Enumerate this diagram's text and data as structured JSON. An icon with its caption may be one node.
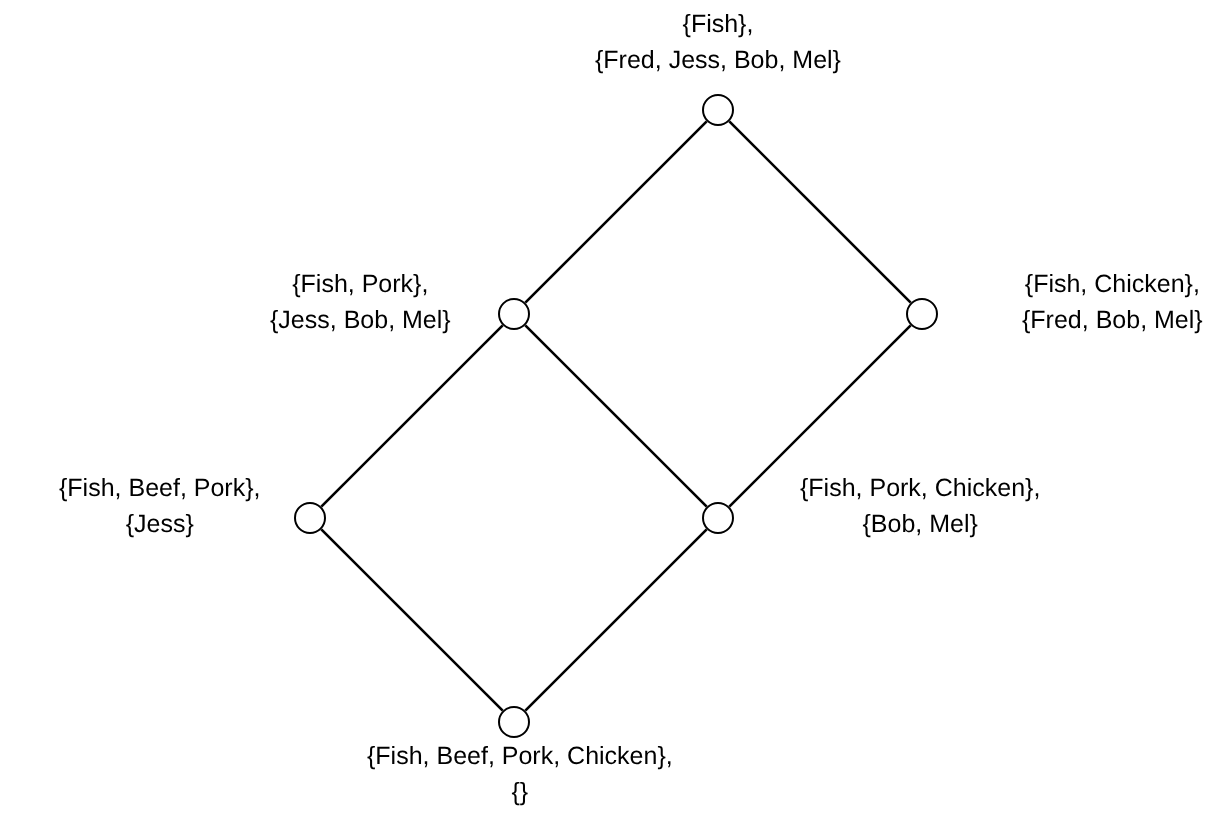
{
  "diagram": {
    "nodes": [
      {
        "text": [],
        "shape": "circle",
        "beside": [
          "{Fish},",
          "{Fred, Jess, Bob, Mel}"
        ]
      },
      {
        "text": [],
        "shape": "circle",
        "beside": [
          "{Fish, Pork},",
          "{Jess, Bob, Mel}"
        ]
      },
      {
        "text": [],
        "shape": "circle",
        "beside": [
          "{Fish, Chicken},",
          "{Fred, Bob, Mel}"
        ]
      },
      {
        "text": [],
        "shape": "circle",
        "beside": [
          "{Fish, Beef, Pork},",
          "{Jess}"
        ]
      },
      {
        "text": [],
        "shape": "circle",
        "beside": [
          "{Fish, Pork, Chicken},",
          "{Bob, Mel}"
        ]
      },
      {
        "text": [],
        "shape": "circle",
        "beside": [
          "{Fish, Beef, Pork, Chicken},",
          "{}"
        ]
      }
    ],
    "edges": [
      {
        "from": 0,
        "to": 1,
        "arrow": "none"
      },
      {
        "from": 0,
        "to": 2,
        "arrow": "none"
      },
      {
        "from": 1,
        "to": 3,
        "arrow": "none"
      },
      {
        "from": 1,
        "to": 4,
        "arrow": "none"
      },
      {
        "from": 2,
        "to": 4,
        "arrow": "none"
      },
      {
        "from": 3,
        "to": 5,
        "arrow": "none"
      },
      {
        "from": 4,
        "to": 5,
        "arrow": "none"
      }
    ]
  }
}
